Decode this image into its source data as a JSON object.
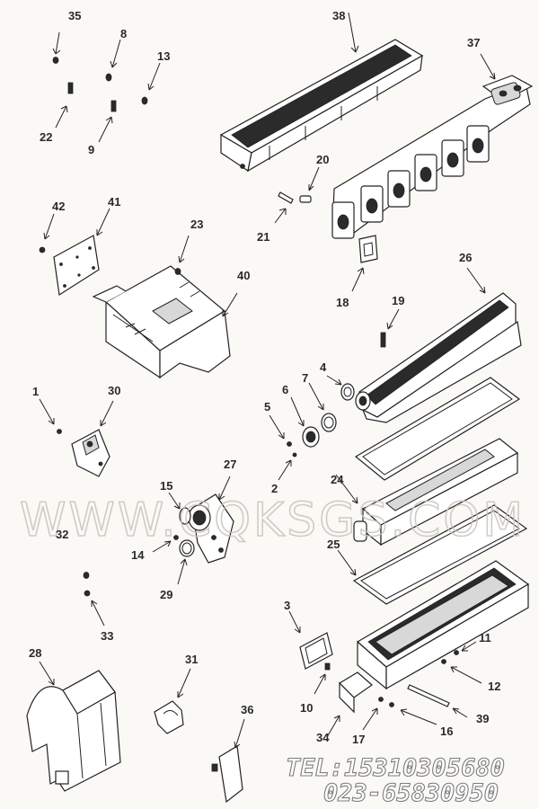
{
  "callouts": {
    "c35": "35",
    "c8": "8",
    "c13": "13",
    "c22": "22",
    "c9": "9",
    "c38": "38",
    "c37": "37",
    "c20": "20",
    "c21": "21",
    "c18": "18",
    "c42": "42",
    "c41": "41",
    "c23": "23",
    "c40": "40",
    "c26": "26",
    "c19": "19",
    "c4": "4",
    "c7": "7",
    "c6": "6",
    "c5": "5",
    "c1": "1",
    "c30": "30",
    "c2": "2",
    "c27": "27",
    "c15": "15",
    "c24": "24",
    "c32": "32",
    "c14": "14",
    "c29": "29",
    "c25": "25",
    "c33": "33",
    "c3": "3",
    "c28": "28",
    "c31": "31",
    "c11": "11",
    "c12": "12",
    "c10": "10",
    "c16": "16",
    "c39": "39",
    "c36": "36",
    "c34": "34",
    "c17": "17"
  },
  "watermark": "WWW.CQKSGS.COM",
  "contact": {
    "tel": "TEL:15310305680",
    "phone": "023-65830950"
  }
}
